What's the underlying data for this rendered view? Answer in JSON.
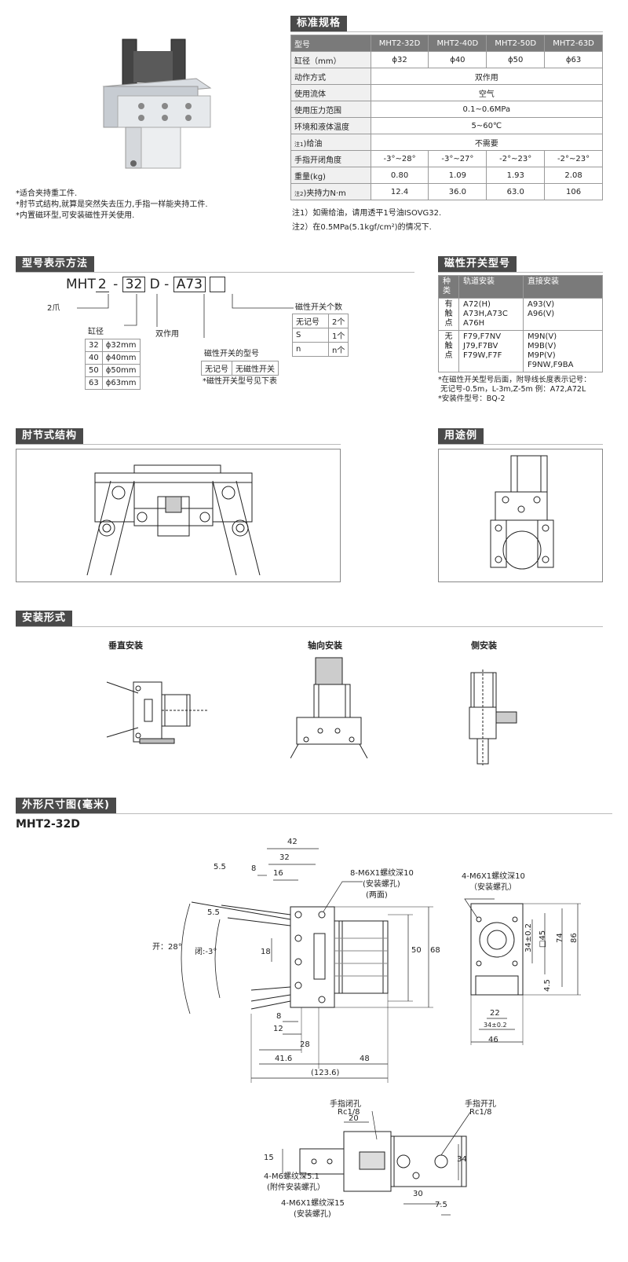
{
  "sections": {
    "spec_title": "标准规格",
    "model_title": "型号表示方法",
    "switch_title": "磁性开关型号",
    "structure_title": "肘节式结构",
    "usage_title": "用途例",
    "mount_title": "安装形式",
    "dims_title": "外形尺寸图(毫米)",
    "dims_model": "MHT2-32D"
  },
  "features": [
    "*适合夹持重工件.",
    "*肘节式结构,就算是突然失去压力,手指一样能夹持工件.",
    "*内置磁环型,可安装磁性开关使用."
  ],
  "spec_table": {
    "headers": [
      "型号",
      "MHT2-32D",
      "MHT2-40D",
      "MHT2-50D",
      "MHT2-63D"
    ],
    "bore_label": "缸径（mm）",
    "bores": [
      "ϕ32",
      "ϕ40",
      "ϕ50",
      "ϕ63"
    ],
    "action_label": "动作方式",
    "action": "双作用",
    "fluid_label": "使用流体",
    "fluid": "空气",
    "pressure_label": "使用压力范围",
    "pressure": "0.1~0.6MPa",
    "temp_label": "环境和液体温度",
    "temp": "5~60℃",
    "oil_note": "注1",
    "oil_label": ")给油",
    "oil": "不需要",
    "angle_label": "手指开闭角度",
    "angles": [
      "-3°~28°",
      "-3°~27°",
      "-2°~23°",
      "-2°~23°"
    ],
    "weight_label": "重量(kg)",
    "weights": [
      "0.80",
      "1.09",
      "1.93",
      "2.08"
    ],
    "force_note": "注2",
    "force_label": ")夹持力N·m",
    "forces": [
      "12.4",
      "36.0",
      "63.0",
      "106"
    ]
  },
  "spec_notes": [
    "注1）如需给油，请用透平1号油ISOVG32.",
    "注2）在0.5MPa(5.1kgf/cm²)的情况下."
  ],
  "model_code": {
    "prefix": "MHT",
    "claws": "2",
    "dash1": "-",
    "bore": "32",
    "action": "D",
    "dash2": "-",
    "switch": "A73",
    "claws_label": "2爪",
    "action_label": "双作用",
    "bore_label": "缸径",
    "bore_rows": [
      [
        "32",
        "ϕ32mm"
      ],
      [
        "40",
        "ϕ40mm"
      ],
      [
        "50",
        "ϕ50mm"
      ],
      [
        "63",
        "ϕ63mm"
      ]
    ],
    "switch_type_label": "磁性开关的型号",
    "switch_type_rows": [
      [
        "无记号",
        "无磁性开关"
      ]
    ],
    "switch_type_note": "*磁性开关型号见下表",
    "switch_count_label": "磁性开关个数",
    "switch_count_rows": [
      [
        "无记号",
        "2个"
      ],
      [
        "S",
        "1个"
      ],
      [
        "n",
        "n个"
      ]
    ]
  },
  "switch_table": {
    "headers": [
      "种类",
      "轨道安装",
      "直接安装"
    ],
    "rows": [
      {
        "kind": "有\n触\n点",
        "rail": "A72(H)\nA73H,A73C\nA76H",
        "direct": "A93(V)\nA96(V)"
      },
      {
        "kind": "无\n触\n点",
        "rail": "F79,F7NV\nJ79,F7BV\nF79W,F7F",
        "direct": "M9N(V)\nM9B(V)\nM9P(V)\nF9NW,F9BA"
      }
    ],
    "notes": [
      "*在磁性开关型号后面，附导线长度表示记号：",
      " 无记号-0.5m，L-3m,Z-5m 例：A72,A72L",
      "*安装件型号：BQ-2"
    ]
  },
  "mount_labels": [
    "垂直安装",
    "轴向安装",
    "侧安装"
  ],
  "dims": {
    "d42": "42",
    "d32": "32",
    "d16": "16",
    "d8a": "8",
    "d55a": "5.5",
    "d55b": "5.5",
    "open": "开：28°",
    "close": "闭:-3°",
    "d18": "18",
    "d50": "50",
    "d68": "68",
    "d8b": "8",
    "d12": "12",
    "d28": "28",
    "d416": "41.6",
    "d48": "48",
    "d1236": "(123.6)",
    "hole_front": "8-M6X1螺纹深10",
    "hole_front_sub": "(安装螺孔)",
    "hole_front_sub2": "(两面)",
    "hole_side": "4-M6X1螺纹深10",
    "hole_side_sub": "（安装螺孔）",
    "d34pm": "34±0.2",
    "d45sq": "□45",
    "d74": "74",
    "d86": "86",
    "d45": "4.5",
    "d22": "22",
    "d34pm2": "34±0.2",
    "d46": "46",
    "close_port": "手指闭孔",
    "close_port_rc": "Rc1/8",
    "open_port": "手指开孔",
    "open_port_rc": "Rc1/8",
    "d20": "20",
    "d15": "15",
    "d34": "34",
    "d30": "30",
    "d75": "7.5",
    "m6_bottom": "4-M6螺纹深5.1",
    "m6_bottom_sub": "(附件安装螺孔）",
    "m6_bottom2": "4-M6X1螺纹深15",
    "m6_bottom2_sub": "(安装螺孔)"
  }
}
